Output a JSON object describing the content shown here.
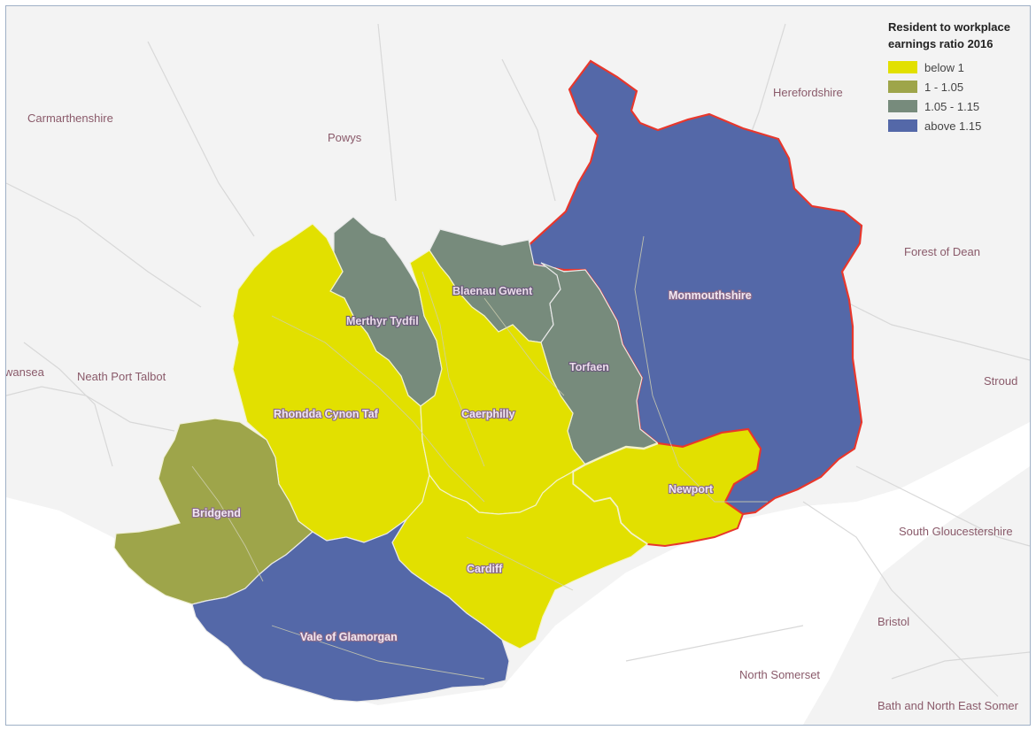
{
  "legend": {
    "title": "Resident to workplace earnings ratio 2016",
    "items": [
      {
        "label": "below 1",
        "color": "#e2e000"
      },
      {
        "label": "1 - 1.05",
        "color": "#9ea54a"
      },
      {
        "label": "1.05 - 1.15",
        "color": "#778b7c"
      },
      {
        "label": "above 1.15",
        "color": "#5468a8"
      }
    ]
  },
  "highlight_color": "#e8372c",
  "places": {
    "carmarthenshire": "Carmarthenshire",
    "powys": "Powys",
    "herefordshire": "Herefordshire",
    "forest_of_dean": "Forest of Dean",
    "swansea": "wansea",
    "neath_port_talbot": "Neath Port Talbot",
    "stroud": "Stroud",
    "south_gloucestershire": "South Gloucestershire",
    "bristol": "Bristol",
    "north_somerset": "North Somerset",
    "bath": "Bath and North East Somer"
  },
  "areas": {
    "monmouthshire": {
      "name": "Monmouthshire",
      "band": "above 1.15"
    },
    "blaenau_gwent": {
      "name": "Blaenau Gwent",
      "band": "1.05 - 1.15"
    },
    "merthyr_tydfil": {
      "name": "Merthyr Tydfil",
      "band": "1.05 - 1.15"
    },
    "torfaen": {
      "name": "Torfaen",
      "band": "1.05 - 1.15"
    },
    "rhondda": {
      "name": "Rhondda Cynon Taf",
      "band": "below 1"
    },
    "caerphilly": {
      "name": "Caerphilly",
      "band": "below 1"
    },
    "newport": {
      "name": "Newport",
      "band": "below 1"
    },
    "cardiff": {
      "name": "Cardiff",
      "band": "below 1"
    },
    "bridgend": {
      "name": "Bridgend",
      "band": "1 - 1.05"
    },
    "vale": {
      "name": "Vale of Glamorgan",
      "band": "above 1.15"
    }
  }
}
